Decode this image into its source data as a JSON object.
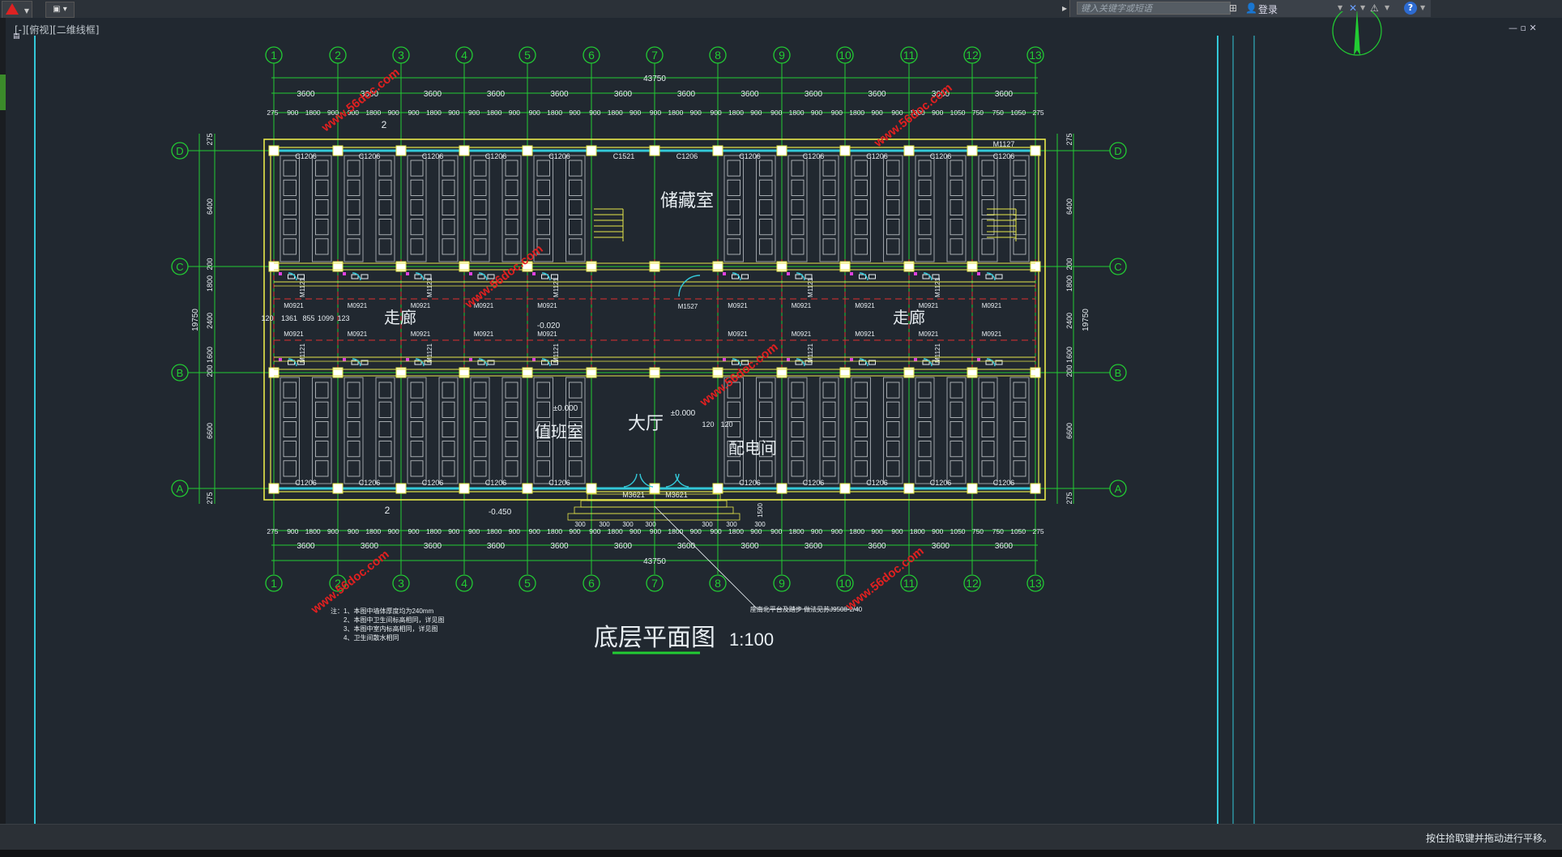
{
  "app": {
    "search_placeholder": "键入关键字或短语",
    "login_label": "登录",
    "viewport_label": "[-][俯视][二维线框]",
    "command_prompt": "按住拾取键并拖动进行平移。"
  },
  "drawing": {
    "title": "底层平面图",
    "scale": "1:100",
    "axis_numbers": [
      "1",
      "2",
      "3",
      "4",
      "5",
      "6",
      "7",
      "8",
      "9",
      "10",
      "11",
      "12",
      "13"
    ],
    "axis_letters": [
      "D",
      "C",
      "B",
      "A"
    ],
    "total_length": "43750",
    "total_width": "19750",
    "bay_dims": [
      "3600",
      "3600",
      "3600",
      "3600",
      "3600",
      "3600",
      "3600",
      "3600",
      "3600",
      "3600",
      "3600",
      "3600"
    ],
    "top_detail_dims": [
      "275",
      "900",
      "1800",
      "900",
      "900",
      "1800",
      "900",
      "900",
      "1800",
      "900",
      "900",
      "1800",
      "900",
      "900",
      "1800",
      "900",
      "900",
      "1800",
      "900",
      "900",
      "1800",
      "900",
      "900",
      "1800",
      "900",
      "900",
      "1800",
      "900",
      "900",
      "1800",
      "900",
      "900",
      "1800",
      "900",
      "1050",
      "750",
      "750",
      "1050",
      "275"
    ],
    "left_dims": [
      "275",
      "6400",
      "200",
      "1800",
      "2400",
      "1600",
      "200",
      "6600",
      "275"
    ],
    "rooms": {
      "storage": "储藏室",
      "corridor_left": "走廊",
      "corridor_right": "走廊",
      "hall": "大厅",
      "duty_room": "值班室",
      "power_room": "配电间"
    },
    "windows": {
      "c1206": "C1206",
      "c1521": "C1521"
    },
    "doors": {
      "m0921": "M0921",
      "m1121": "M1121",
      "m1527": "M1527",
      "m3621": "M3621",
      "m1127": "M1127"
    },
    "levels": {
      "zero": "±0.000",
      "minus20": "-0.020",
      "minus450": "-0.450"
    },
    "corridor_dims": [
      "120",
      "1361",
      "855",
      "1099",
      "123"
    ],
    "hall_dims": [
      "120",
      "120"
    ],
    "section_mark": "2",
    "step_dims": [
      "300",
      "300",
      "300",
      "300",
      "1500",
      "300",
      "300",
      "300"
    ],
    "ramp_note": "座南北平台及踏步 做法见苏J9508-2/40",
    "notes": [
      "注：1、本图中墙体厚度均为240mm",
      "2、本图中卫生间标高相同，详见图",
      "3、本图中室内标高相同，详见图",
      "4、卫生间散水相同"
    ],
    "watermark": "www.56doc.com"
  },
  "colors": {
    "background": "#212830",
    "grid_green": "#22cc33",
    "wall_yellow": "#e8e84a",
    "axis_red": "#e03030",
    "glass_cyan": "#33c8d8",
    "text_white": "#e8eef2",
    "watermark_red": "#e02020",
    "magenta": "#e040e0"
  }
}
